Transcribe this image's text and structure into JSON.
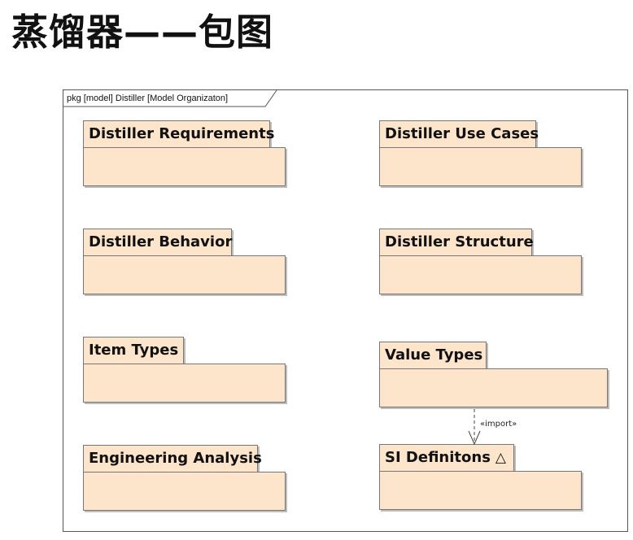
{
  "title": "蒸馏器——包图",
  "frame_label": "pkg [model] Distiller [Model Organizaton]",
  "packages": [
    {
      "name": "Distiller Requirements"
    },
    {
      "name": "Distiller Use Cases"
    },
    {
      "name": "Distiller Behavior"
    },
    {
      "name": "Distiller Structure"
    },
    {
      "name": "Item Types"
    },
    {
      "name": "Value Types"
    },
    {
      "name": "Engineering Analysis"
    },
    {
      "name": "SI Definitons",
      "marker": "△"
    }
  ],
  "import_relation": {
    "from": "Value Types",
    "to": "SI Definitons",
    "stereotype": "«import»"
  },
  "colors": {
    "package_fill": "#fde5cc",
    "package_border": "#777777",
    "frame_border": "#555555"
  }
}
